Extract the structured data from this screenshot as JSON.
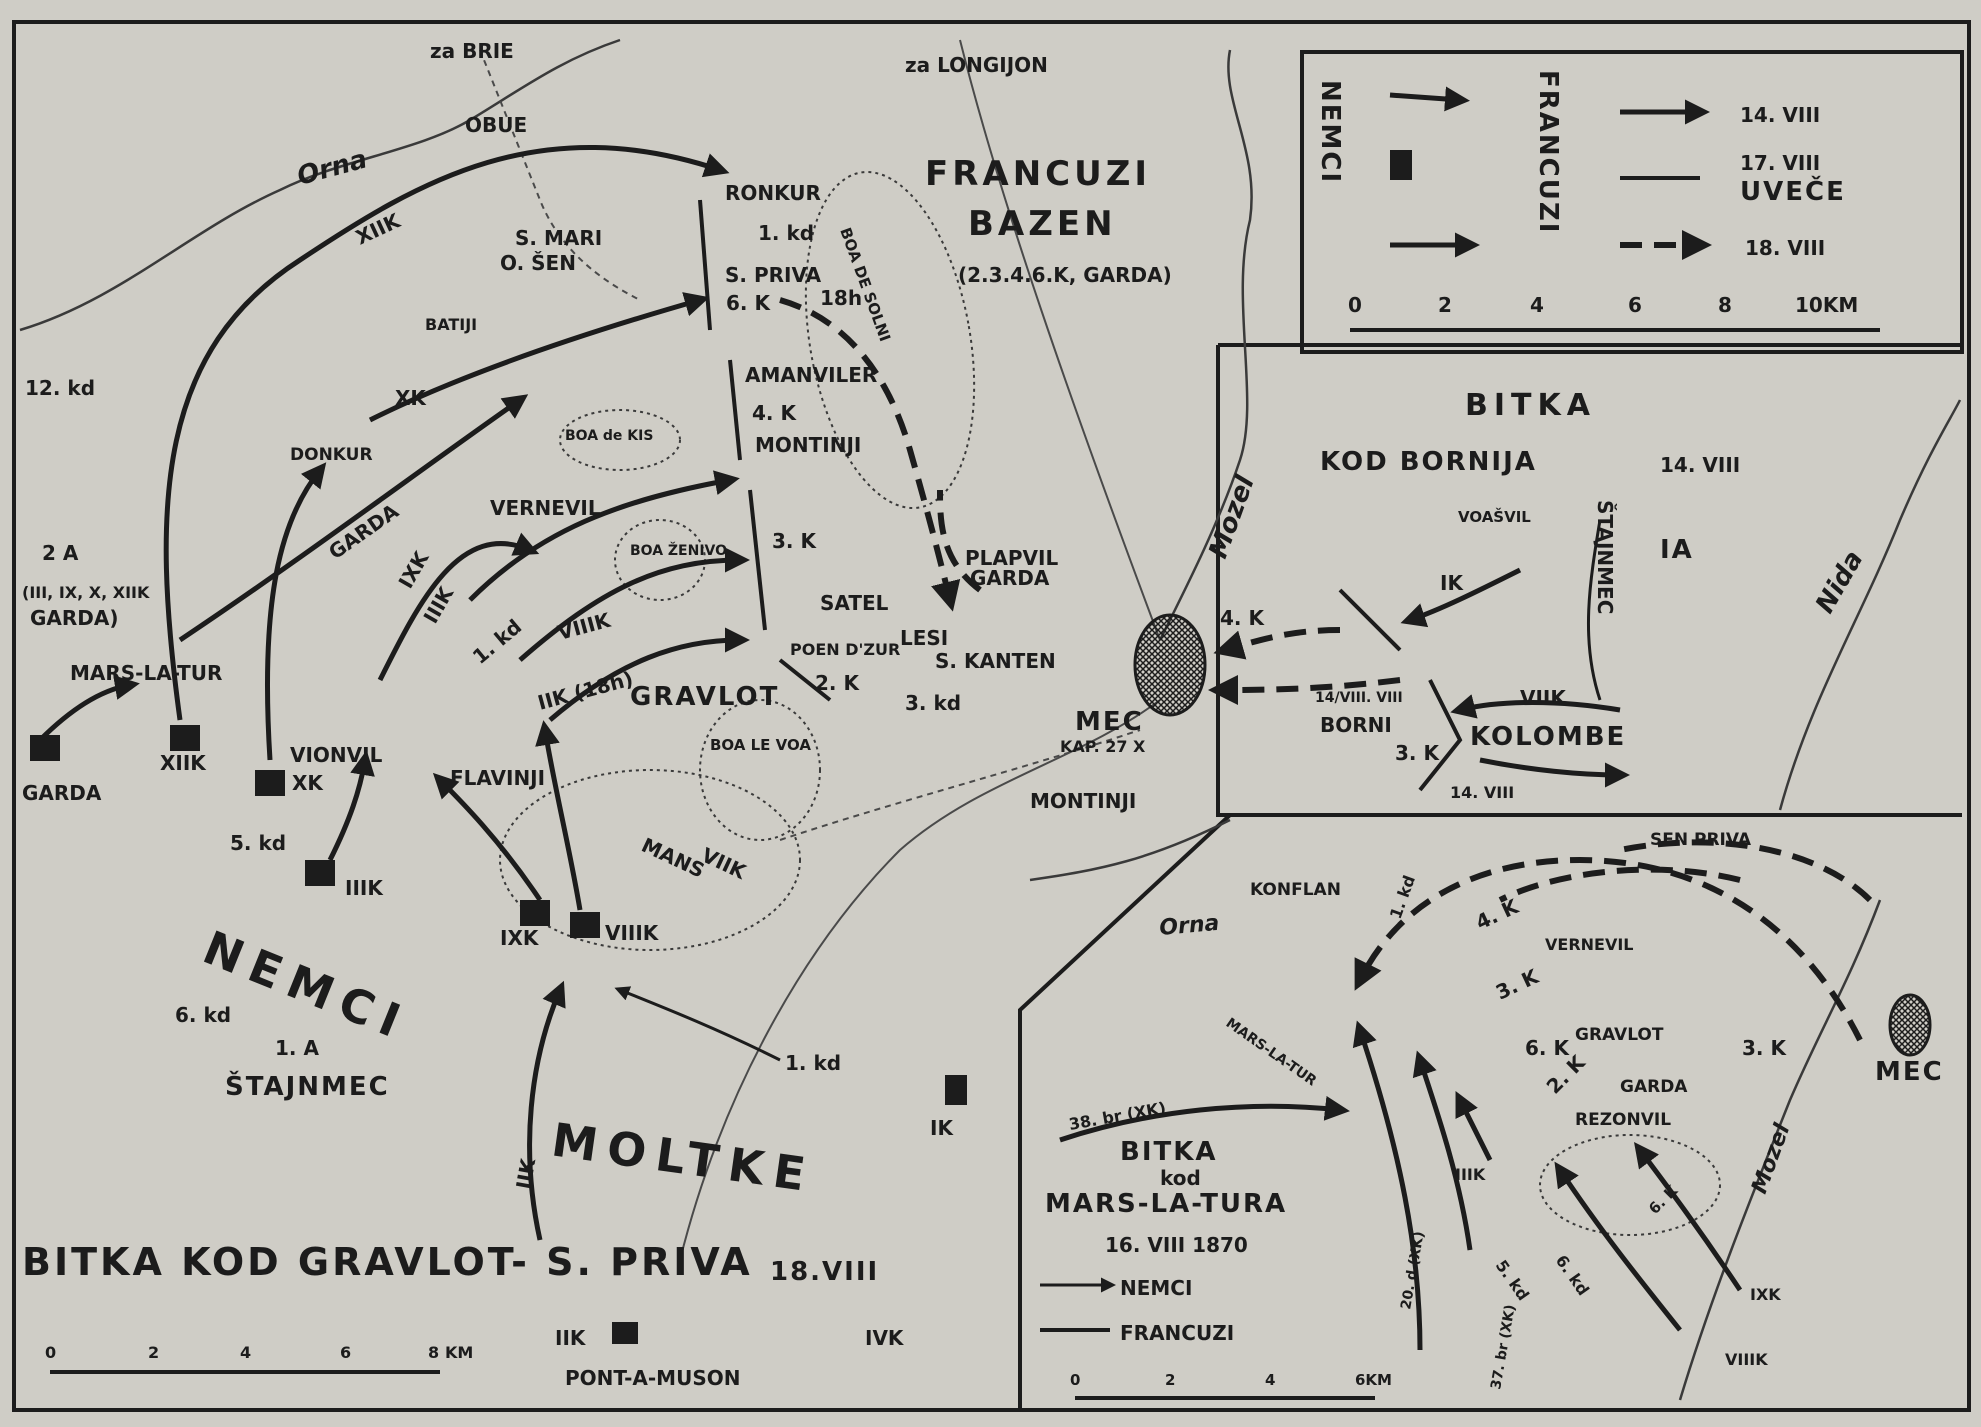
{
  "main_map": {
    "title": "BITKA KOD GRAVLOT- S. PRIVA",
    "date": "18.VIII",
    "scale": {
      "ticks": [
        "0",
        "2",
        "4",
        "6",
        "8"
      ],
      "unit": "KM"
    },
    "side_labels": {
      "germans": "NEMCI",
      "german_army": "1. A",
      "german_commander": "ŠTAJNMEC",
      "moltke": "MOLTKE",
      "french": "FRANCUZI",
      "french_commander": "BAZEN",
      "french_units": "(2.3.4.6.K, GARDA)",
      "second_army": "2 A",
      "second_army_units": "(III, IX, X, XIIK",
      "second_army_garda": "GARDA)"
    },
    "places": [
      "za BRIE",
      "za LONGIJON",
      "OBUE",
      "RONKUR",
      "S. MARI",
      "O. ŠEN",
      "S. PRIVA",
      "BATIJI",
      "AMANVILER",
      "MONTINJI",
      "DONKUR",
      "BOA de KIS",
      "VERNEVIL",
      "BOA ŽENIVO",
      "SATEL",
      "PLAPVIL",
      "LESI",
      "S. KANTEN",
      "POEN D'ZUR",
      "GRAVLOT",
      "BOA LE VOA",
      "MARS-LA-TUR",
      "VIONVIL",
      "FLAVINJI",
      "MONTINJI",
      "MEC",
      "KAP. 27 X",
      "PONT-A-MUSON",
      "BOA DE SOLNI"
    ],
    "units": [
      "1. kd",
      "6. K",
      "4. K",
      "3. K",
      "2. K",
      "3. kd",
      "XIIK",
      "XK",
      "GARDA",
      "IXK",
      "IIIK",
      "VIIIK",
      "IIK (18h)",
      "1. kd",
      "12. kd",
      "XIIK",
      "XK",
      "GARDA",
      "5. kd",
      "IIIK",
      "IXK",
      "VIIIK",
      "6. kd",
      "VIIK",
      "MANS",
      "1. kd",
      "IK",
      "IIK",
      "IIK",
      "IVK",
      "18h",
      "GARDA"
    ],
    "rivers": [
      "Orna",
      "Mozel",
      "Nida"
    ]
  },
  "legend": {
    "germans": "NEMCI",
    "french": "FRANCUZI",
    "rows": [
      "14. VIII",
      "17. VIII",
      "UVEČE",
      "18. VIII"
    ],
    "scale": {
      "ticks": [
        "0",
        "2",
        "4",
        "6",
        "8",
        "10KM"
      ]
    }
  },
  "inset_borni": {
    "title1": "BITKA",
    "title2": "KOD BORNIJA",
    "date": "14. VIII",
    "labels": [
      "VOAŠVIL",
      "ŠTAJNMEC",
      "IA",
      "4. K",
      "IK",
      "VIIK",
      "14/VIII. VIII",
      "BORNI",
      "KOLOMBE",
      "3. K",
      "14. VIII"
    ]
  },
  "inset_mars": {
    "title1": "BITKA",
    "title2": "kod",
    "title3": "MARS-LA-TURA",
    "date": "16. VIII 1870",
    "legend_germans": "NEMCI",
    "legend_french": "FRANCUZI",
    "labels": [
      "SEN PRIVA",
      "KONFLAN",
      "1. kd",
      "4. K",
      "VERNEVIL",
      "3. K",
      "GRAVLOT",
      "6. K",
      "3. K",
      "MEC",
      "MARS-LA-TUR",
      "GARDA",
      "2. K",
      "REZONVIL",
      "38. br (XK)",
      "IIIK",
      "20. d (XK)",
      "37. br (XK)",
      "5. kd",
      "6. kd",
      "6. K",
      "IXK",
      "VIIIK",
      "Orna",
      "Mozel"
    ],
    "scale": {
      "ticks": [
        "0",
        "2",
        "4",
        "6KM"
      ]
    }
  }
}
